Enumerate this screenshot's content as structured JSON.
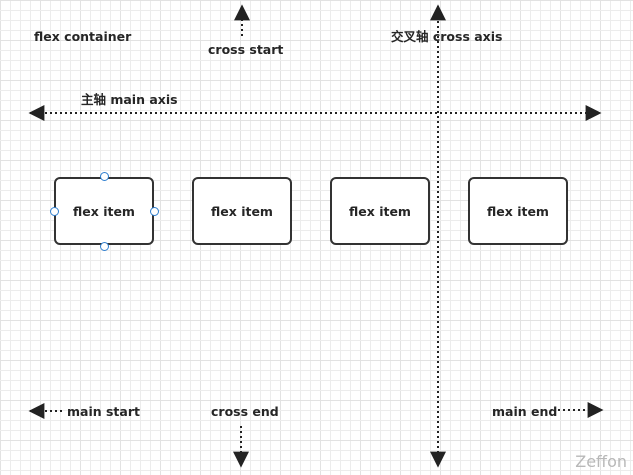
{
  "labels": {
    "flex_container": "flex container",
    "cross_start": "cross start",
    "cross_axis": "交叉轴  cross axis",
    "main_axis": "主轴 main axis",
    "main_start": "main start",
    "cross_end": "cross end",
    "main_end": "main end"
  },
  "items": [
    "flex item",
    "flex item",
    "flex item",
    "flex item"
  ],
  "watermark": "Zeffon",
  "colors": {
    "grid": "#ececec",
    "arrow": "#222222",
    "handle": "#2f7fd0"
  }
}
